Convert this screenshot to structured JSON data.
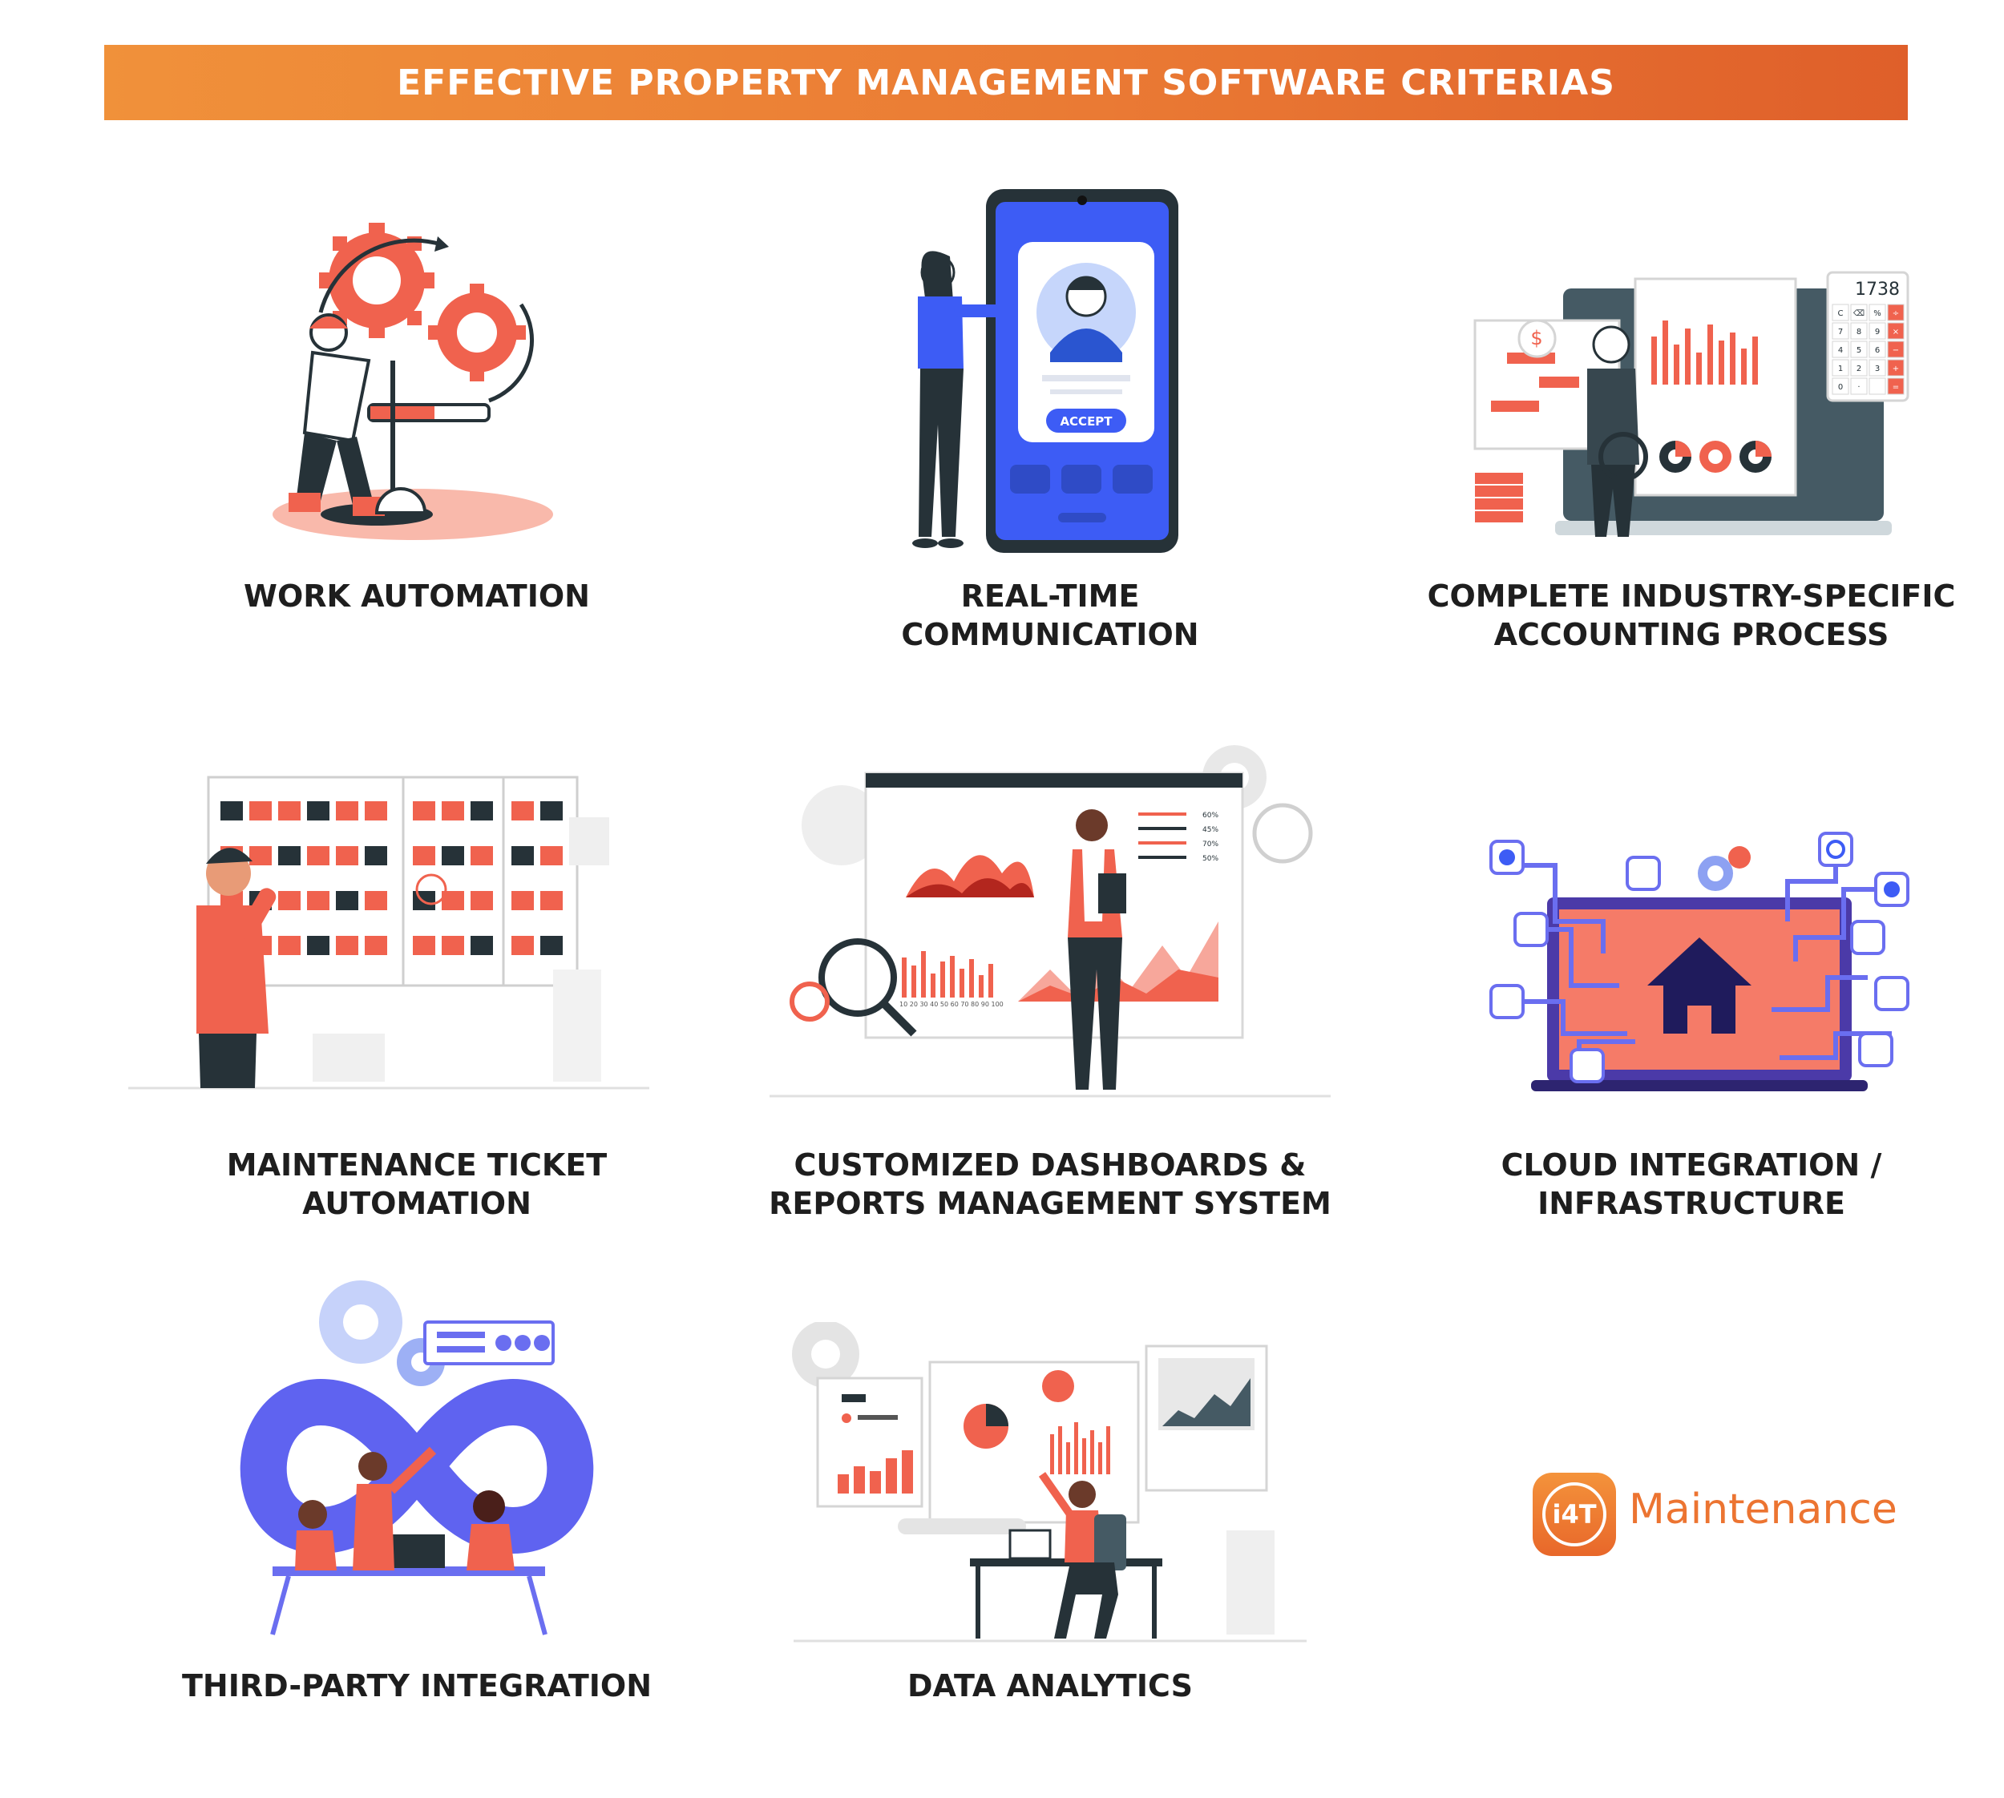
{
  "header": {
    "title": "EFFECTIVE PROPERTY MANAGEMENT SOFTWARE CRITERIAS"
  },
  "criteria": [
    {
      "line1": "WORK AUTOMATION",
      "line2": "",
      "icon": "gears-worker-icon"
    },
    {
      "line1": "REAL-TIME",
      "line2": "COMMUNICATION",
      "icon": "phone-chat-icon"
    },
    {
      "line1": "COMPLETE INDUSTRY-SPECIFIC",
      "line2": "ACCOUNTING PROCESS",
      "icon": "accounting-icon"
    },
    {
      "line1": "MAINTENANCE TICKET",
      "line2": "AUTOMATION",
      "icon": "ticket-board-icon"
    },
    {
      "line1": "CUSTOMIZED DASHBOARDS &",
      "line2": "REPORTS MANAGEMENT SYSTEM",
      "icon": "dashboard-icon"
    },
    {
      "line1": "CLOUD INTEGRATION /",
      "line2": "INFRASTRUCTURE",
      "icon": "cloud-house-icon"
    },
    {
      "line1": "THIRD-PARTY INTEGRATION",
      "line2": "",
      "icon": "infinity-team-icon"
    },
    {
      "line1": "DATA ANALYTICS",
      "line2": "",
      "icon": "analytics-icon"
    }
  ],
  "illustration_text": {
    "accept_button": "ACCEPT",
    "calculator_display": "1738",
    "calculator_keys": [
      "C",
      "⌫",
      "%",
      "÷",
      "7",
      "8",
      "9",
      "×",
      "4",
      "5",
      "6",
      "−",
      "1",
      "2",
      "3",
      "+",
      "0",
      "·",
      "",
      "="
    ],
    "percent_labels": [
      "60%",
      "45%",
      "70%",
      "50%"
    ],
    "axis_ticks": "10 20 30 40 50 60 70 80 90 100"
  },
  "logo": {
    "badge": "i4T",
    "word": "Maintenance"
  },
  "colors": {
    "accent": "#ea7a34",
    "red": "#f0624e",
    "blue": "#3d5cf5",
    "dark": "#263238",
    "purple": "#6a6ef0"
  }
}
